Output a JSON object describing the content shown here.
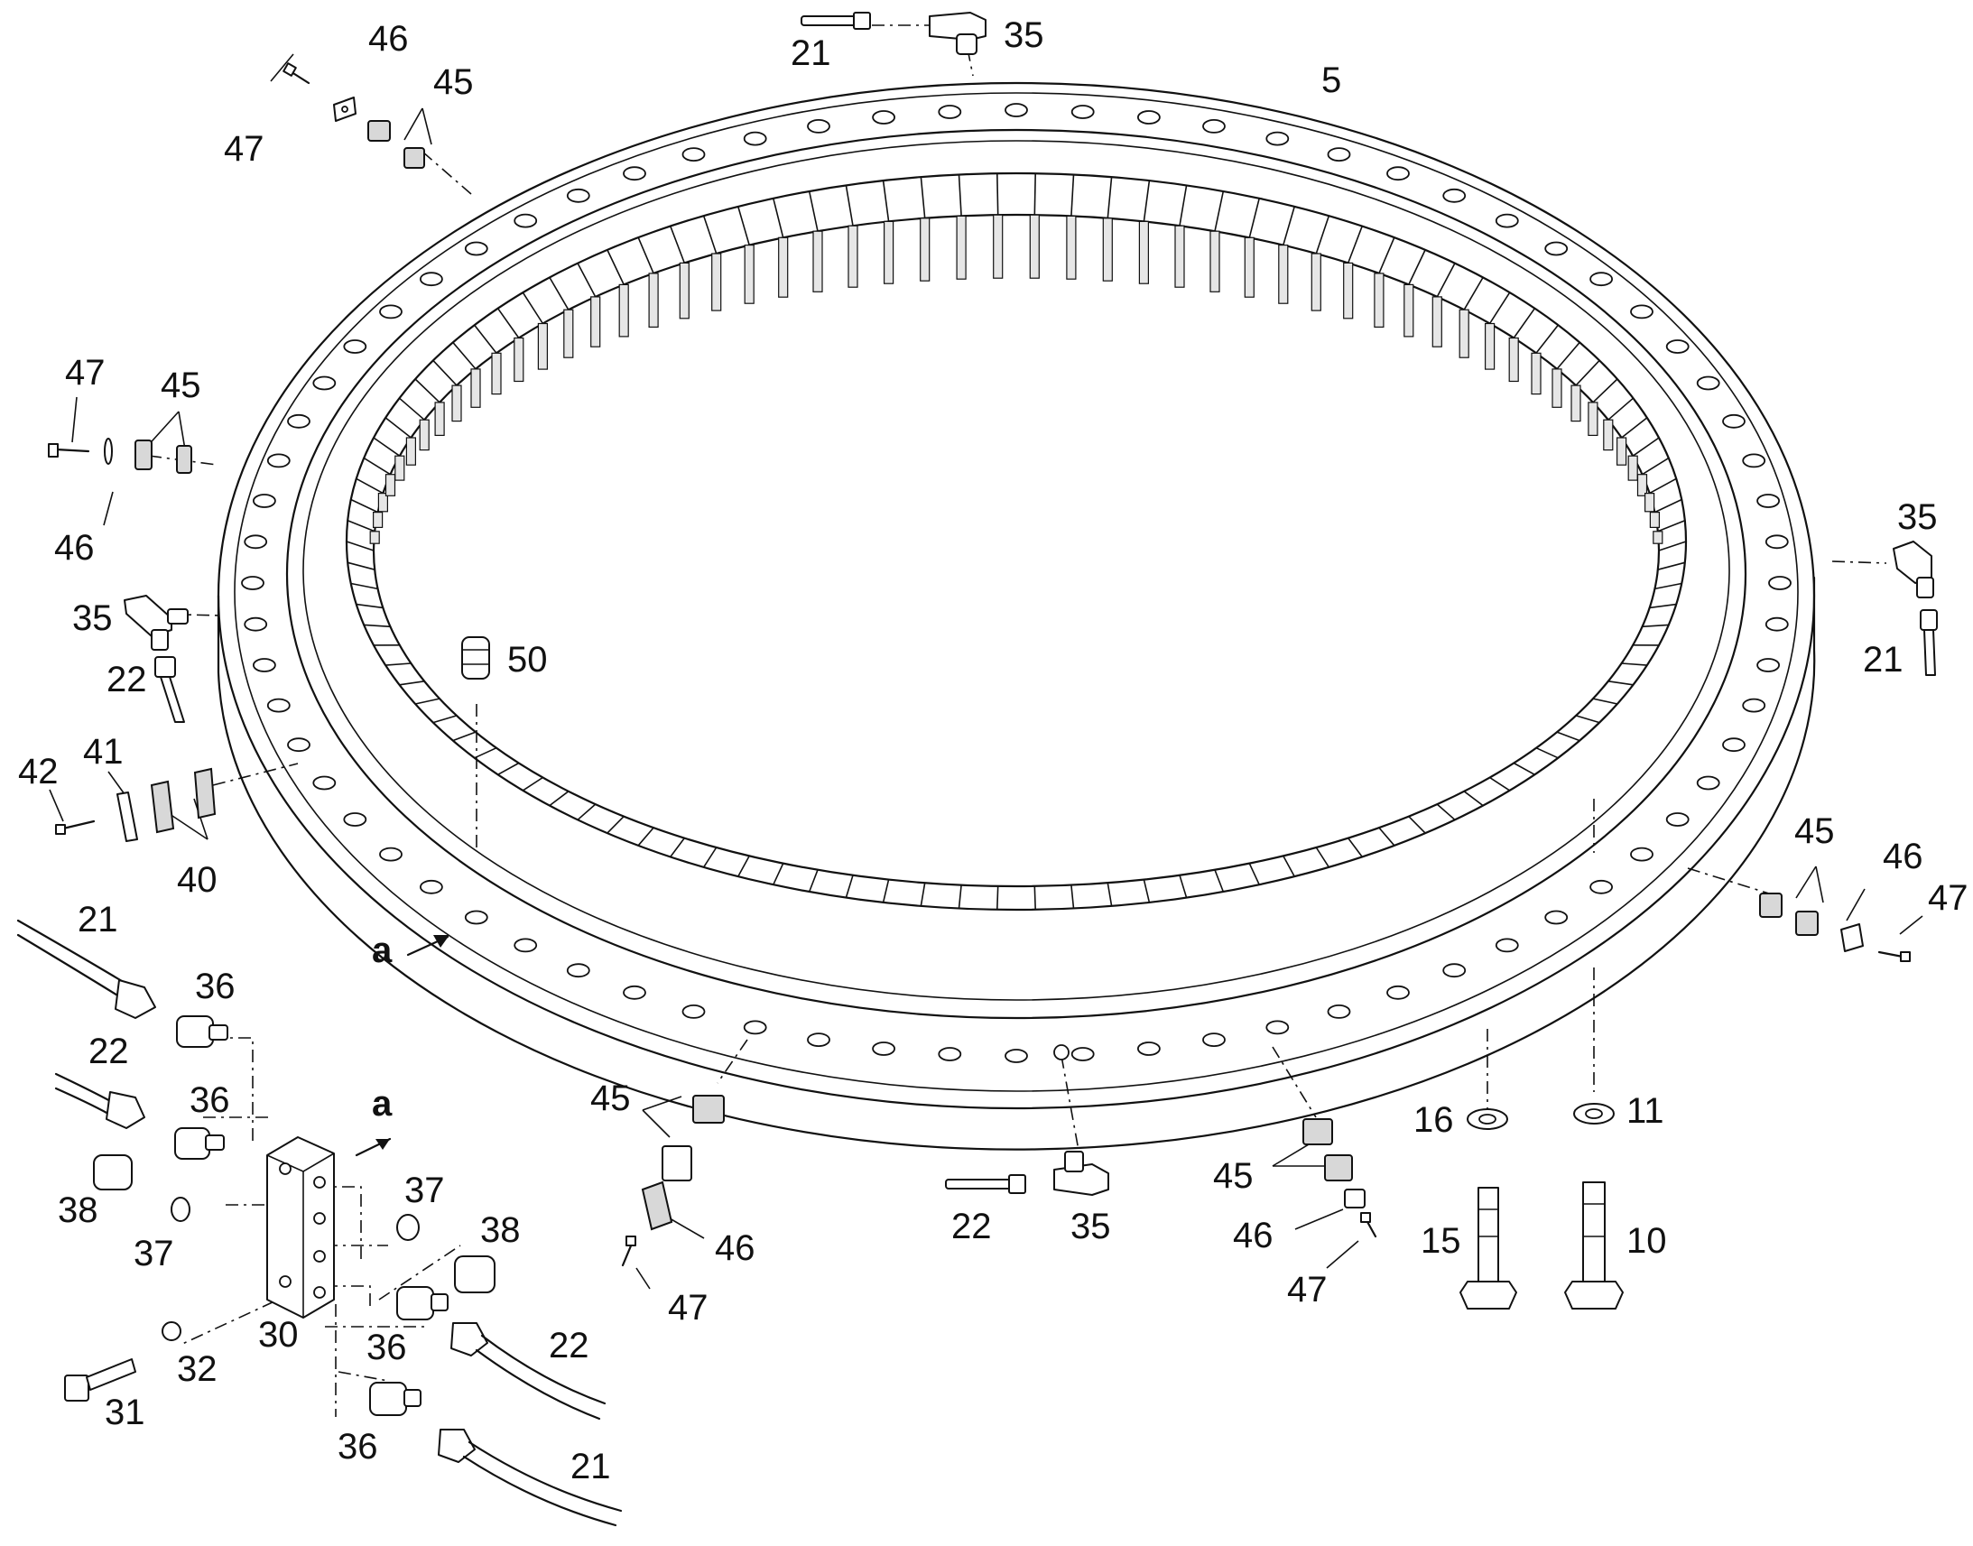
{
  "labels": {
    "ring": "5",
    "l21_top": "21",
    "l35_top": "35",
    "l46_tl": "46",
    "l45_tl": "45",
    "l47_tl": "47",
    "l47_l": "47",
    "l45_l": "45",
    "l46_l": "46",
    "l35_l": "35",
    "l22_l": "22",
    "l50": "50",
    "l42": "42",
    "l41": "41",
    "l40": "40",
    "l35_r": "35",
    "l21_r": "21",
    "l45_r": "45",
    "l46_r": "46",
    "l47_r": "47",
    "la_ring": "a",
    "l21_bl": "21",
    "l36_a": "36",
    "l22_bl": "22",
    "l36_b": "36",
    "la_block": "a",
    "l38_l": "38",
    "l37_l": "37",
    "l37_r": "37",
    "l38_r": "38",
    "l30": "30",
    "l36_c": "36",
    "l22_br": "22",
    "l32": "32",
    "l31": "31",
    "l36_d": "36",
    "l21_br": "21",
    "l45_bm": "45",
    "l46_bm": "46",
    "l47_bm": "47",
    "l22_bc": "22",
    "l35_bc": "35",
    "l45_brm": "45",
    "l46_brm": "46",
    "l47_brm": "47",
    "l16": "16",
    "l11": "11",
    "l15": "15",
    "l10": "10"
  }
}
